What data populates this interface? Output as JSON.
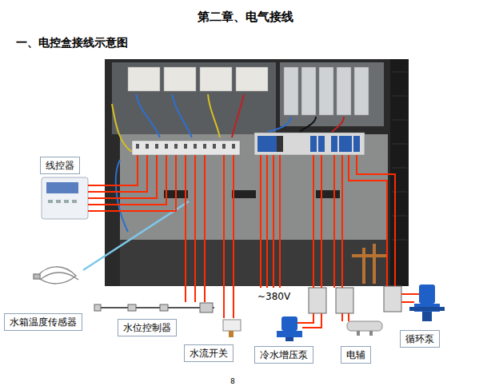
{
  "diagram": {
    "title": "第二章、电气接线",
    "nodes": [
      {
        "text": [
          "线控器"
        ]
      },
      {
        "text": [
          "水箱温度传感器"
        ]
      },
      {
        "text": [
          "水位控制器"
        ]
      },
      {
        "text": [
          "水流开关"
        ]
      },
      {
        "text": [
          "冷水增压泵"
        ]
      },
      {
        "text": [
          "电辅"
        ]
      },
      {
        "text": [
          "循环泵"
        ]
      }
    ],
    "labels": [
      "一、电控盒接线示意图",
      "~380V",
      "8"
    ]
  }
}
